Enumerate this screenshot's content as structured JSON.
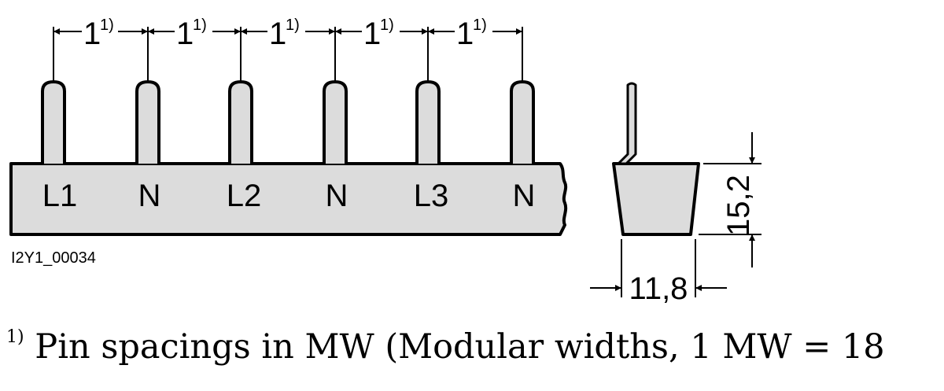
{
  "diagram": {
    "pin_labels": [
      "L1",
      "N",
      "L2",
      "N",
      "L3",
      "N"
    ],
    "pin_spacing": {
      "value": "1",
      "note_marker": "1)"
    },
    "side_view": {
      "height": "15,2",
      "width": "11,8"
    },
    "reference_id": "I2Y1_00034"
  },
  "footnote": {
    "marker": "1)",
    "text": "Pin spacings in MW (Modular widths, 1 MW = 18"
  }
}
